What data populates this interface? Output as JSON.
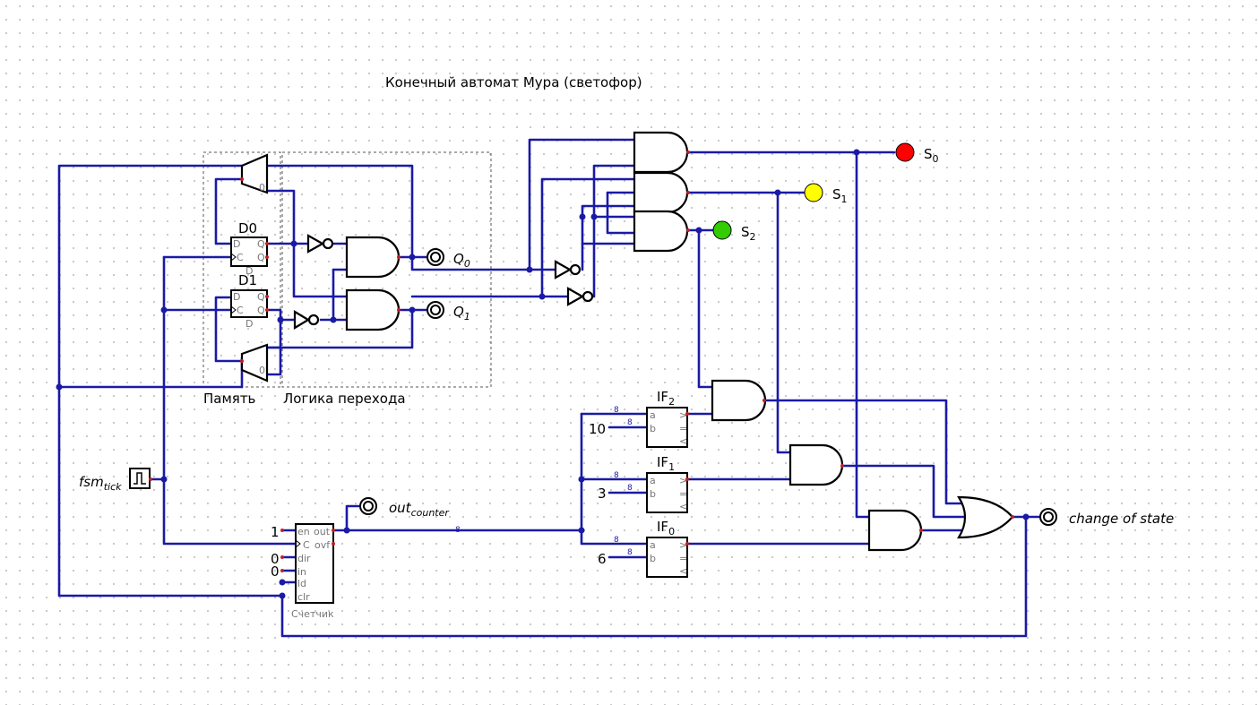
{
  "title": "Конечный автомат Мура (светофор)",
  "regions": {
    "memory": "Память",
    "logic": "Логика перехода"
  },
  "flipflops": [
    {
      "name": "D0",
      "pins": [
        "D",
        "Q",
        "C",
        "Q",
        "D"
      ]
    },
    {
      "name": "D1",
      "pins": [
        "D",
        "Q",
        "C",
        "Q",
        "D"
      ]
    }
  ],
  "mux_select_label": "0",
  "outputs": {
    "q0": {
      "base": "Q",
      "sub": "0"
    },
    "q1": {
      "base": "Q",
      "sub": "1"
    },
    "out_counter": {
      "base": "out",
      "sub": "counter"
    },
    "change_of_state": "change  of  state"
  },
  "lamps": [
    {
      "base": "S",
      "sub": "0",
      "color": "#ff0000"
    },
    {
      "base": "S",
      "sub": "1",
      "color": "#ffff00"
    },
    {
      "base": "S",
      "sub": "2",
      "color": "#33cc00"
    }
  ],
  "clock": {
    "base": "fsm",
    "sub": "tick"
  },
  "counter": {
    "name": "Счетчик",
    "pins_left": [
      "en",
      "C",
      "dir",
      "in",
      "ld",
      "clr"
    ],
    "pins_right": [
      "out",
      "ovf"
    ],
    "inputs": {
      "en": "1",
      "dir": "0",
      "in": "0"
    }
  },
  "comparators": [
    {
      "base": "IF",
      "sub": "2",
      "constant": "10",
      "pins": [
        "a",
        "b",
        ">",
        "=",
        "<"
      ]
    },
    {
      "base": "IF",
      "sub": "1",
      "constant": "3",
      "pins": [
        "a",
        "b",
        ">",
        "=",
        "<"
      ]
    },
    {
      "base": "IF",
      "sub": "0",
      "constant": "6",
      "pins": [
        "a",
        "b",
        ">",
        "=",
        "<"
      ]
    }
  ],
  "bus_width": "8",
  "colors": {
    "wire": "#1a1aa6",
    "pin": "#c02020"
  }
}
